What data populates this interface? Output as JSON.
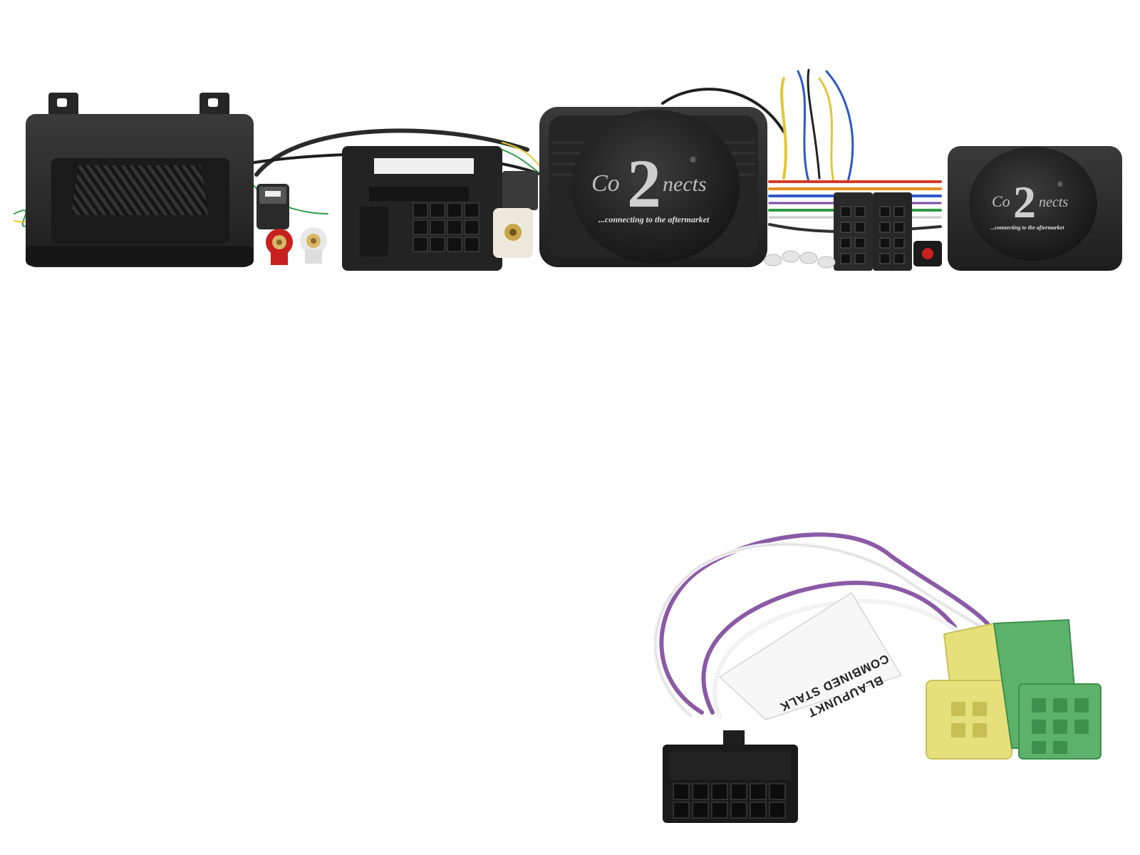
{
  "product": {
    "brand_prefix": "Co",
    "brand_suffix": "nects",
    "brand_digit": "2",
    "registered": "®",
    "tagline": "...connecting to the aftermarket"
  },
  "cable_label": {
    "line1": "COMBINED STALK",
    "line2": "BLAUPUNKT"
  },
  "colors": {
    "module_body": "#2b2b2b",
    "wire_purple": "#8a5aa6",
    "wire_white": "#f2f2f2",
    "connector_yellow": "#e6e07a",
    "connector_green": "#5cb26a",
    "rca_red": "#c8201e"
  }
}
